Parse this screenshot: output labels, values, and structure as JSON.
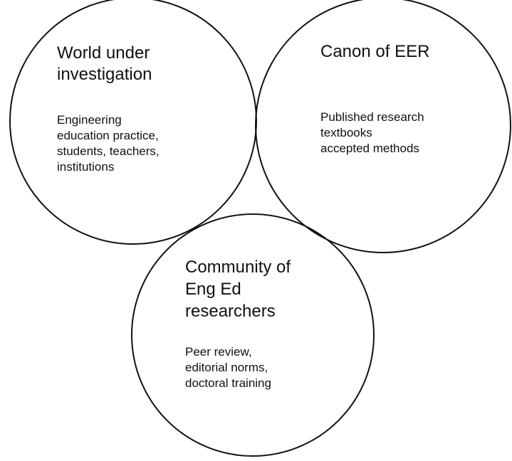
{
  "colors": {
    "stroke": "#111111",
    "text": "#111111",
    "background": "#ffffff"
  },
  "circles": [
    {
      "id": "world",
      "title_lines": [
        "World under",
        "investigation"
      ],
      "body_lines": [
        "Engineering",
        "education practice,",
        "students, teachers,",
        "institutions"
      ]
    },
    {
      "id": "canon",
      "title_lines": [
        "Canon of EER"
      ],
      "body_lines": [
        "Published research",
        "textbooks",
        "accepted methods"
      ]
    },
    {
      "id": "community",
      "title_lines": [
        "Community of",
        "Eng Ed",
        "researchers"
      ],
      "body_lines": [
        "Peer review,",
        "editorial norms,",
        "doctoral training"
      ]
    }
  ]
}
